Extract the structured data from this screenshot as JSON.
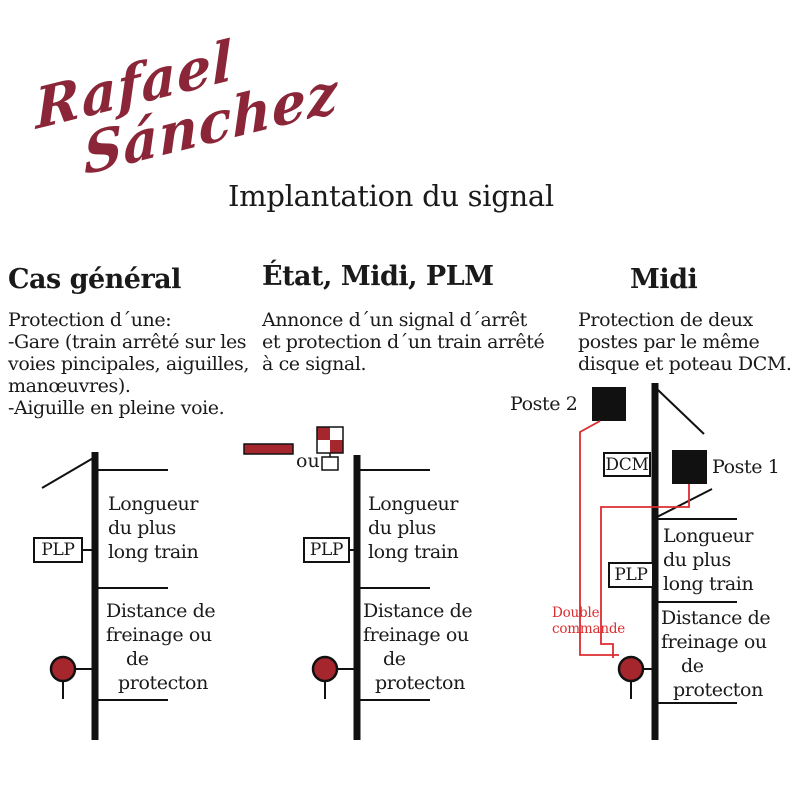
{
  "signature": {
    "line1": "Rafael",
    "line2": "Sánchez"
  },
  "title": "Implantation du signal",
  "columns": [
    {
      "heading": "Cas général",
      "description": [
        "Protection d´une:",
        "-Gare (train arrêté sur les",
        "voies pincipales, aiguilles,",
        "manœuvres).",
        "-Aiguille en pleine voie."
      ],
      "plp_label": "PLP",
      "longueur_lines": [
        "Longueur",
        "du plus",
        "long train"
      ],
      "distance_lines": [
        "Distance de",
        "freinage ou",
        "de",
        "protecton"
      ]
    },
    {
      "heading": "État, Midi, PLM",
      "description": [
        "Annonce d´un signal d´arrêt",
        "et protection d´un train arrêté",
        "à ce signal."
      ],
      "ou_label": "ou",
      "plp_label": "PLP",
      "longueur_lines": [
        "Longueur",
        "du plus",
        "long train"
      ],
      "distance_lines": [
        "Distance de",
        "freinage ou",
        "de",
        "protecton"
      ]
    },
    {
      "heading": "Midi",
      "description": [
        "Protection de deux",
        "postes par le même",
        "disque et poteau DCM."
      ],
      "poste2_label": "Poste 2",
      "poste1_label": "Poste 1",
      "dcm_label": "DCM",
      "double_commande_lines": [
        "Double",
        "commande"
      ],
      "plp_label": "PLP",
      "longueur_lines": [
        "Longueur",
        "du plus",
        "long train"
      ],
      "distance_lines": [
        "Distance de",
        "freinage ou",
        "de",
        "protecton"
      ]
    }
  ],
  "colors": {
    "signal_red": "#a5272d",
    "signature_red": "#8b2638",
    "wire_red": "#dd2c30",
    "text_black": "#1a1a1a"
  }
}
